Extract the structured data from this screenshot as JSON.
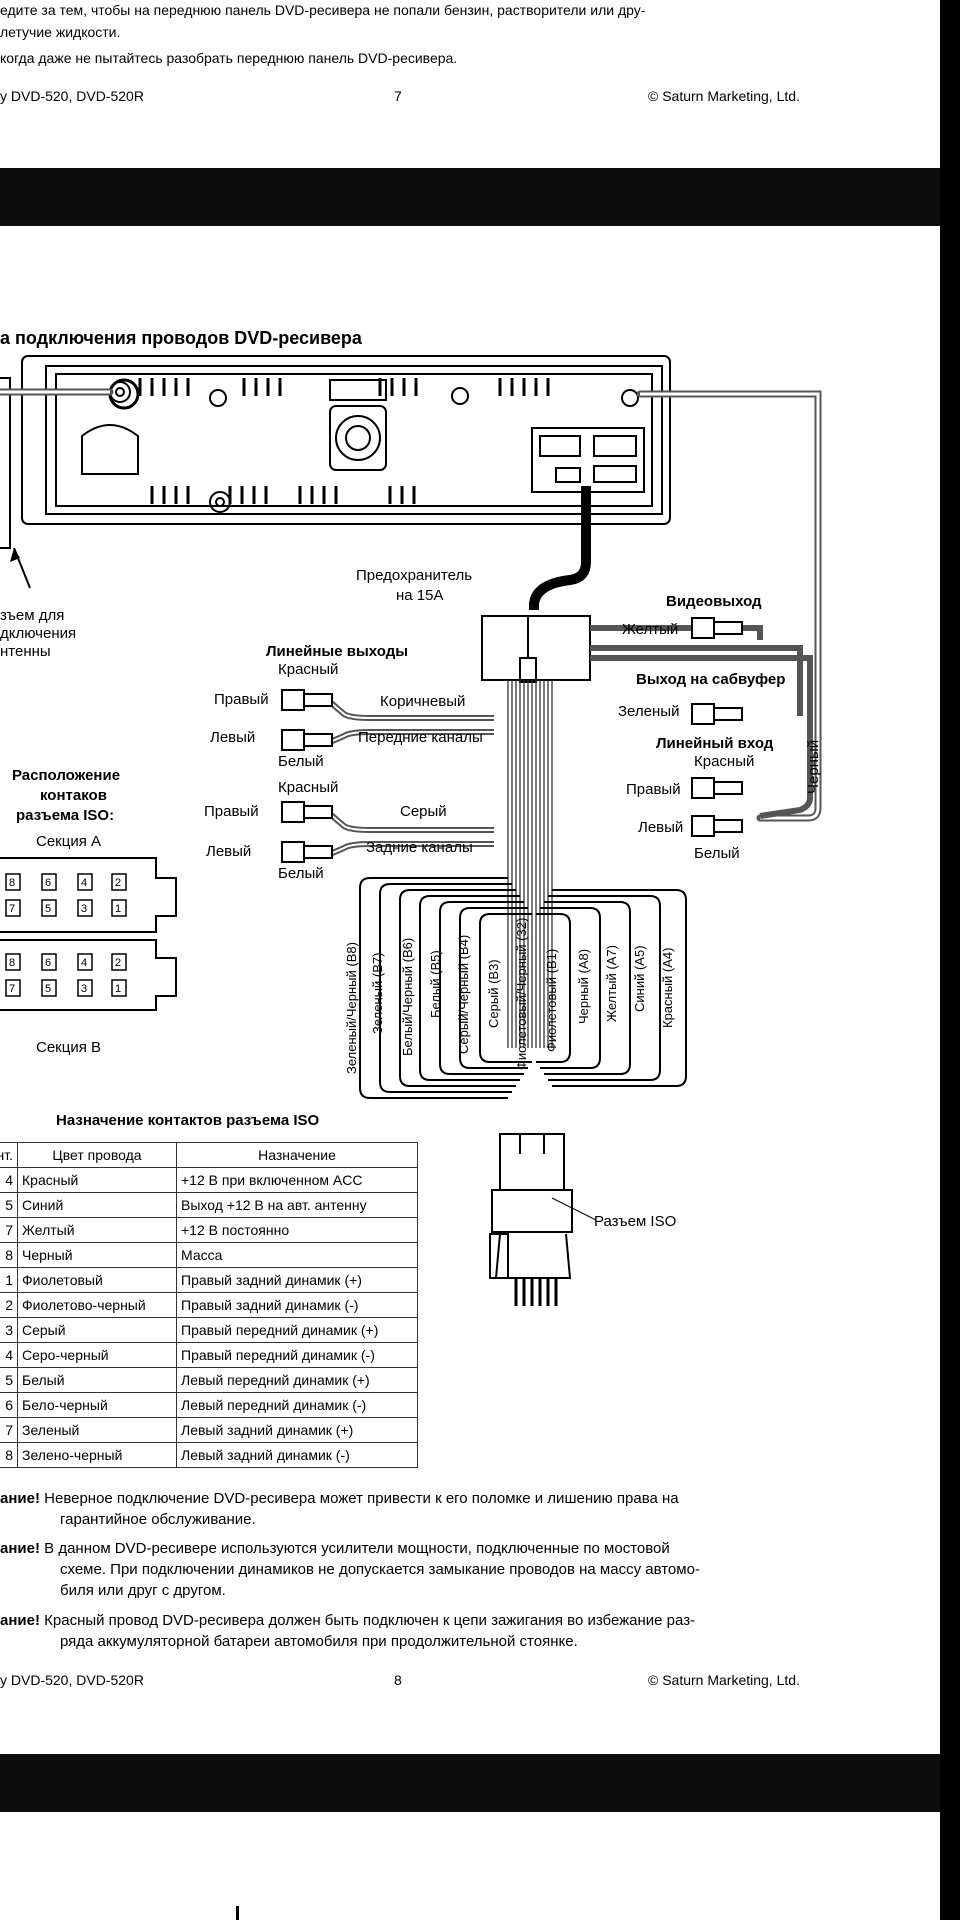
{
  "page7": {
    "line1": "едите за тем, чтобы на переднюю панель DVD-ресивера не попали бензин, растворители или дру-",
    "line2": "летучие жидкости.",
    "line3": "когда даже не пытайтесь разобрать переднюю панель DVD-ресивера.",
    "footer_left": "у DVD-520, DVD-520R",
    "footer_page": "7",
    "footer_right": "© Saturn Marketing, Ltd."
  },
  "page8": {
    "heading": "а подключения проводов DVD-ресивера",
    "labels": {
      "fuse": [
        "Предохранитель",
        "на 15А"
      ],
      "antenna": [
        "зъем для",
        "дключения",
        "нтенны"
      ],
      "video_out": "Видеовыход",
      "yellow": "Желтый",
      "sub_out": "Выход на сабвуфер",
      "green": "Зеленый",
      "line_outs": "Линейные выходы",
      "red1": "Красный",
      "right1": "Правый",
      "left1": "Левый",
      "brown": "Коричневый",
      "front": "Передние каналы",
      "white1": "Белый",
      "red2": "Красный",
      "right2": "Правый",
      "gray": "Серый",
      "left2": "Левый",
      "rear": "Задние каналы",
      "white2": "Белый",
      "line_in": "Линейный вход",
      "red3": "Красный",
      "right3": "Правый",
      "left3": "Левый",
      "white3": "Белый",
      "black": "Черный",
      "iso_layout": [
        "Расположение",
        "контаков",
        "разъема ISO:"
      ],
      "section_a": "Секция A",
      "section_b": "Секция B",
      "iso_connector": "Разъем ISO",
      "wires": [
        "Зеленый/Черный (B8)",
        "Зеленый (B7)",
        "Белый/Черный (B6)",
        "Белый (B5)",
        "Серый/Черный (B4)",
        "Серый (B3)",
        "Фиолетовый/Черный (32)",
        "Фиолетовый (B1)",
        "Черный (A8)",
        "Желтый (A7)",
        "Синий (A5)",
        "Красный (A4)"
      ],
      "pins_top": [
        "8",
        "6",
        "4",
        "2"
      ],
      "pins_bottom": [
        "7",
        "5",
        "3",
        "1"
      ]
    },
    "table": {
      "title": "Назначение контактов разъема ISO",
      "headers": [
        "нт.",
        "Цвет провода",
        "Назначение"
      ],
      "rows": [
        [
          "4",
          "Красный",
          "+12 В при включенном ACC"
        ],
        [
          "5",
          "Синий",
          "Выход +12 В на авт. антенну"
        ],
        [
          "7",
          "Желтый",
          "+12 В постоянно"
        ],
        [
          "8",
          "Черный",
          "Масса"
        ],
        [
          "1",
          "Фиолетовый",
          "Правый задний динамик (+)"
        ],
        [
          "2",
          "Фиолетово-черный",
          "Правый задний динамик (-)"
        ],
        [
          "3",
          "Серый",
          "Правый передний динамик (+)"
        ],
        [
          "4",
          "Серо-черный",
          "Правый передний динамик (-)"
        ],
        [
          "5",
          "Белый",
          "Левый передний динамик (+)"
        ],
        [
          "6",
          "Бело-черный",
          "Левый передний динамик (-)"
        ],
        [
          "7",
          "Зеленый",
          "Левый задний динамик (+)"
        ],
        [
          "8",
          "Зелено-черный",
          "Левый задний динамик (-)"
        ]
      ]
    },
    "warnings": [
      {
        "label": "ание!",
        "lines": [
          "Неверное подключение DVD-ресивера может привести к его поломке и лишению права на",
          "гарантийное обслуживание."
        ]
      },
      {
        "label": "ание!",
        "lines": [
          "В данном DVD-ресивере используются усилители мощности, подключенные по мостовой",
          "схеме. При подключении динамиков не допускается замыкание проводов на массу автомо-",
          "биля или друг с другом."
        ]
      },
      {
        "label": "ание!",
        "lines": [
          "Красный провод DVD-ресивера должен быть подключен к цепи зажигания во избежание раз-",
          "ряда аккумуляторной батареи автомобиля при продолжительной стоянке."
        ]
      }
    ],
    "footer_left": "у DVD-520, DVD-520R",
    "footer_page": "8",
    "footer_right": "© Saturn Marketing, Ltd."
  }
}
